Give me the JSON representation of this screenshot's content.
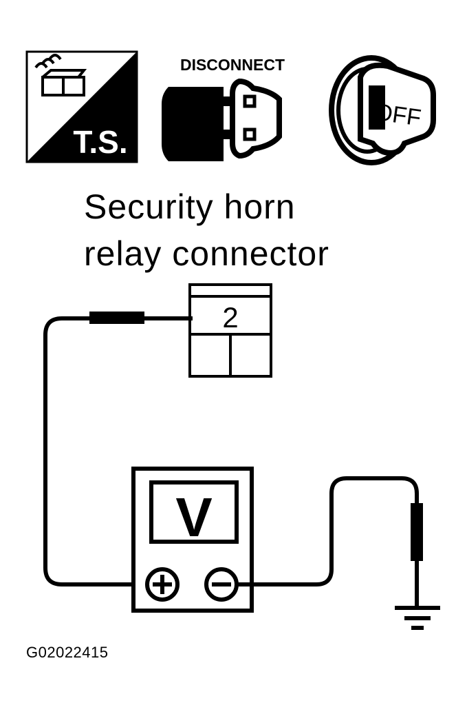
{
  "icons": {
    "ts_label": "T.S.",
    "disconnect_label": "DISCONNECT",
    "ignition_label": "OFF",
    "names": [
      "trouble-shooting-icon",
      "disconnect-connector-icon",
      "ignition-key-off-icon"
    ]
  },
  "title": {
    "line1": "Security horn",
    "line2": "relay connector"
  },
  "connector": {
    "terminal_label": "2"
  },
  "meter": {
    "display_label": "V",
    "positive_symbol": "+",
    "negative_symbol": "−"
  },
  "ground_icon": "ground-symbol-icon",
  "figure_code": "G02022415",
  "colors": {
    "ink": "#000000",
    "paper": "#ffffff"
  }
}
